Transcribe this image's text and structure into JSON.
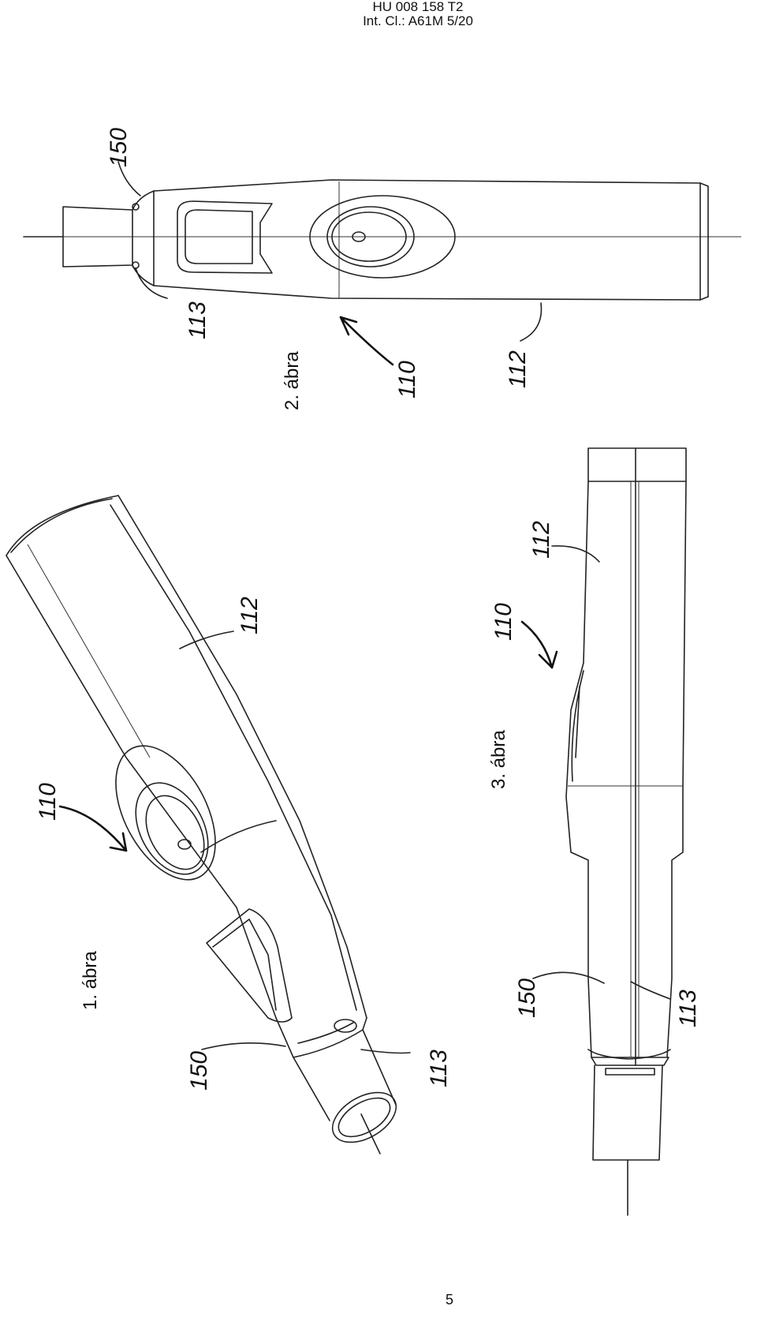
{
  "header": {
    "doc_number": "HU 008 158 T2",
    "classification": "Int. Cl.: A61M 5/20"
  },
  "figures": {
    "fig1": {
      "caption": "1. ábra",
      "refs": {
        "r110": "110",
        "r112": "112",
        "r150": "150",
        "r113": "113"
      }
    },
    "fig2": {
      "caption": "2. ábra",
      "refs": {
        "r110": "110",
        "r112": "112",
        "r150": "150",
        "r113": "113"
      }
    },
    "fig3": {
      "caption": "3. ábra",
      "refs": {
        "r110": "110",
        "r112": "112",
        "r150": "150",
        "r113": "113"
      }
    }
  },
  "footer": {
    "page_number": "5"
  }
}
